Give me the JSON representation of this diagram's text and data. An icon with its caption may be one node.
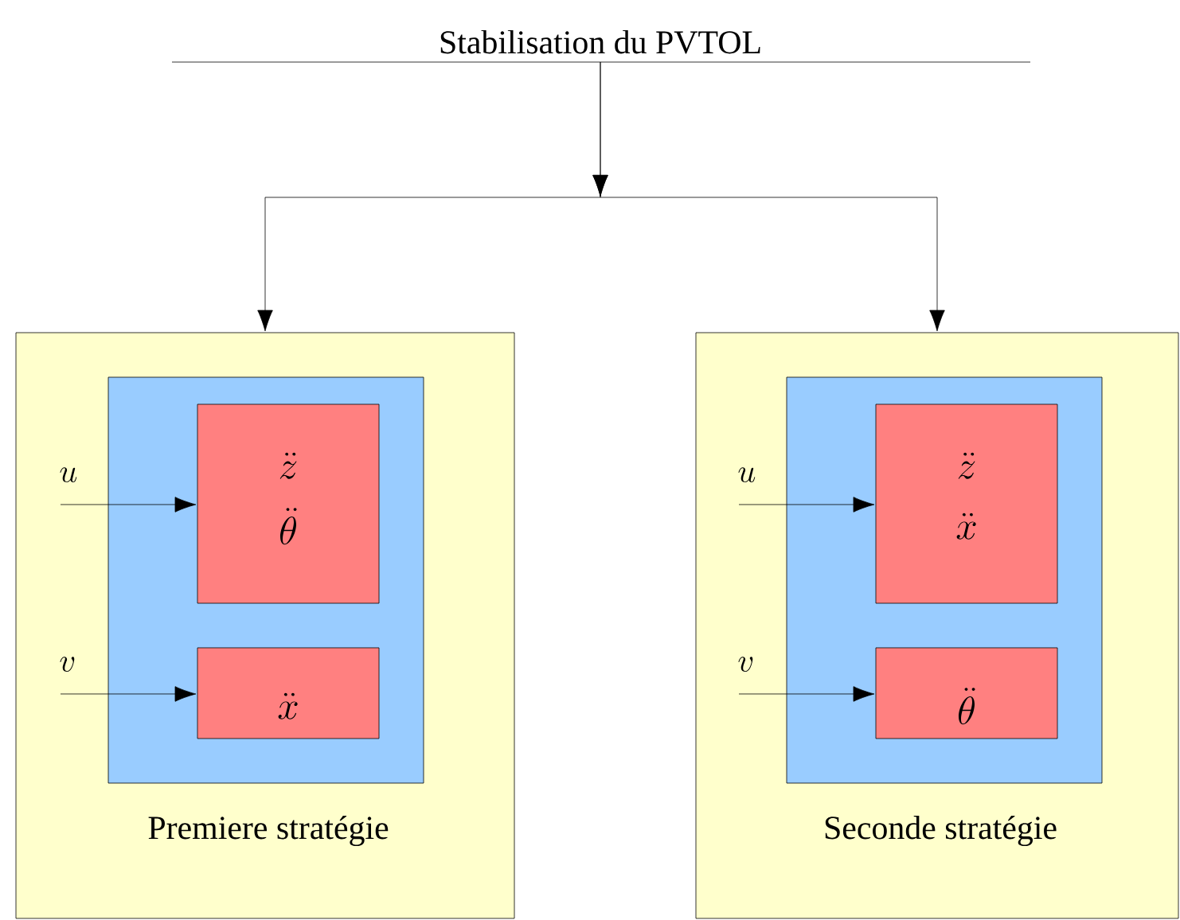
{
  "diagram": {
    "nodes": [
      {
        "text": [
          "Stabilisation du PVTOL"
        ]
      },
      {
        "text": [
          "Premiere stratégie"
        ]
      },
      {
        "text": [],
        "shape": "box",
        "in": 1
      },
      {
        "text": [
          "\\ddot{z}",
          "\\ddot{\\theta}"
        ],
        "in": 2
      },
      {
        "text": [
          "\\ddot{x}"
        ],
        "in": 2
      },
      {
        "text": [
          "Seconde stratégie"
        ]
      },
      {
        "text": [],
        "shape": "box",
        "in": 5
      },
      {
        "text": [
          "\\ddot{z}",
          "\\ddot{x}"
        ],
        "in": 6
      },
      {
        "text": [
          "\\ddot{\\theta}"
        ],
        "in": 6
      }
    ],
    "edges": [
      {
        "from": 0,
        "to": 1,
        "arrow": "to"
      },
      {
        "from": 0,
        "to": 5,
        "arrow": "to"
      },
      {
        "from": null,
        "to": 3,
        "arrow": "to",
        "label": "u"
      },
      {
        "from": null,
        "to": 4,
        "arrow": "to",
        "label": "v"
      },
      {
        "from": null,
        "to": 7,
        "arrow": "to",
        "label": "u"
      },
      {
        "from": null,
        "to": 8,
        "arrow": "to",
        "label": "v"
      }
    ]
  }
}
